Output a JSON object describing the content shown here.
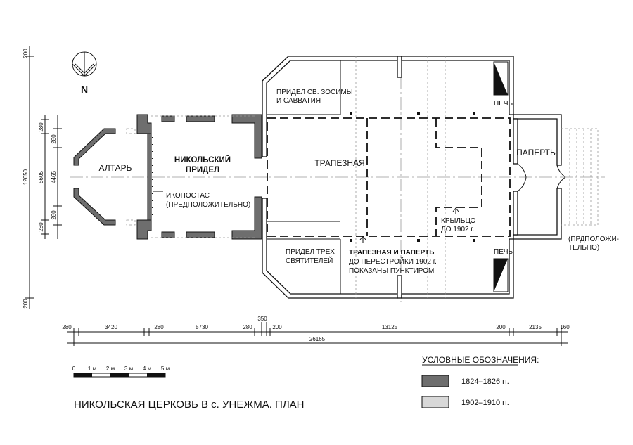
{
  "title": "НИКОЛЬСКАЯ ЦЕРКОВЬ В с. УНЕЖМА. ПЛАН",
  "north": "N",
  "rooms": {
    "altar": "АЛТАРЬ",
    "chapel_line1": "НИКОЛЬСКИЙ",
    "chapel_line2": "ПРИДЕЛ",
    "refectory": "ТРАПЕЗНАЯ",
    "porch": "ПАПЕРТЬ",
    "zosima_line1": "ПРИДЕЛ СВ. ЗОСИМЫ",
    "zosima_line2": "И САВВАТИЯ",
    "three_line1": "ПРИДЕЛ ТРЕХ",
    "three_line2": "СВЯТИТЕЛЕЙ",
    "stove_top": "ПЕЧЬ",
    "stove_bottom": "ПЕЧЬ"
  },
  "notes": {
    "iconostasis_line1": "ИКОНОСТАС",
    "iconostasis_line2": "(ПРЕДПОЛОЖИТЕЛЬНО)",
    "steps_line1": "КРЫЛЬЦО",
    "steps_line2": "ДО 1902 г.",
    "presumed_line1": "(ПРДПОЛОЖИ-",
    "presumed_line2": "ТЕЛЬНО)",
    "rebuild_line1": "ТРАПЕЗНАЯ И ПАПЕРТЬ",
    "rebuild_line2": "ДО ПЕРЕСТРОЙКИ 1902 г.",
    "rebuild_line3": "ПОКАЗАНЫ ПУНКТИРОМ"
  },
  "dims_horizontal": [
    "280",
    "3420",
    "280",
    "5730",
    "280",
    "350",
    "200",
    "13125",
    "200",
    "2135",
    "160"
  ],
  "dim_total": "26165",
  "dims_vertical": {
    "top": "200",
    "total": "12650",
    "a1": "280",
    "a2": "280",
    "mid1": "5605",
    "mid2": "4465",
    "b1": "280",
    "b2": "280",
    "bottom": "200"
  },
  "scale": {
    "ticks": [
      "0",
      "1 м",
      "2 м",
      "3 м",
      "4 м",
      "5 м"
    ]
  },
  "legend": {
    "title": "УСЛОВНЫЕ ОБОЗНАЧЕНИЯ:",
    "items": [
      {
        "label": "1824–1826 гг.",
        "color": "#6e6e6e"
      },
      {
        "label": "1902–1910 гг.",
        "color": "#d8d8d8"
      }
    ]
  }
}
